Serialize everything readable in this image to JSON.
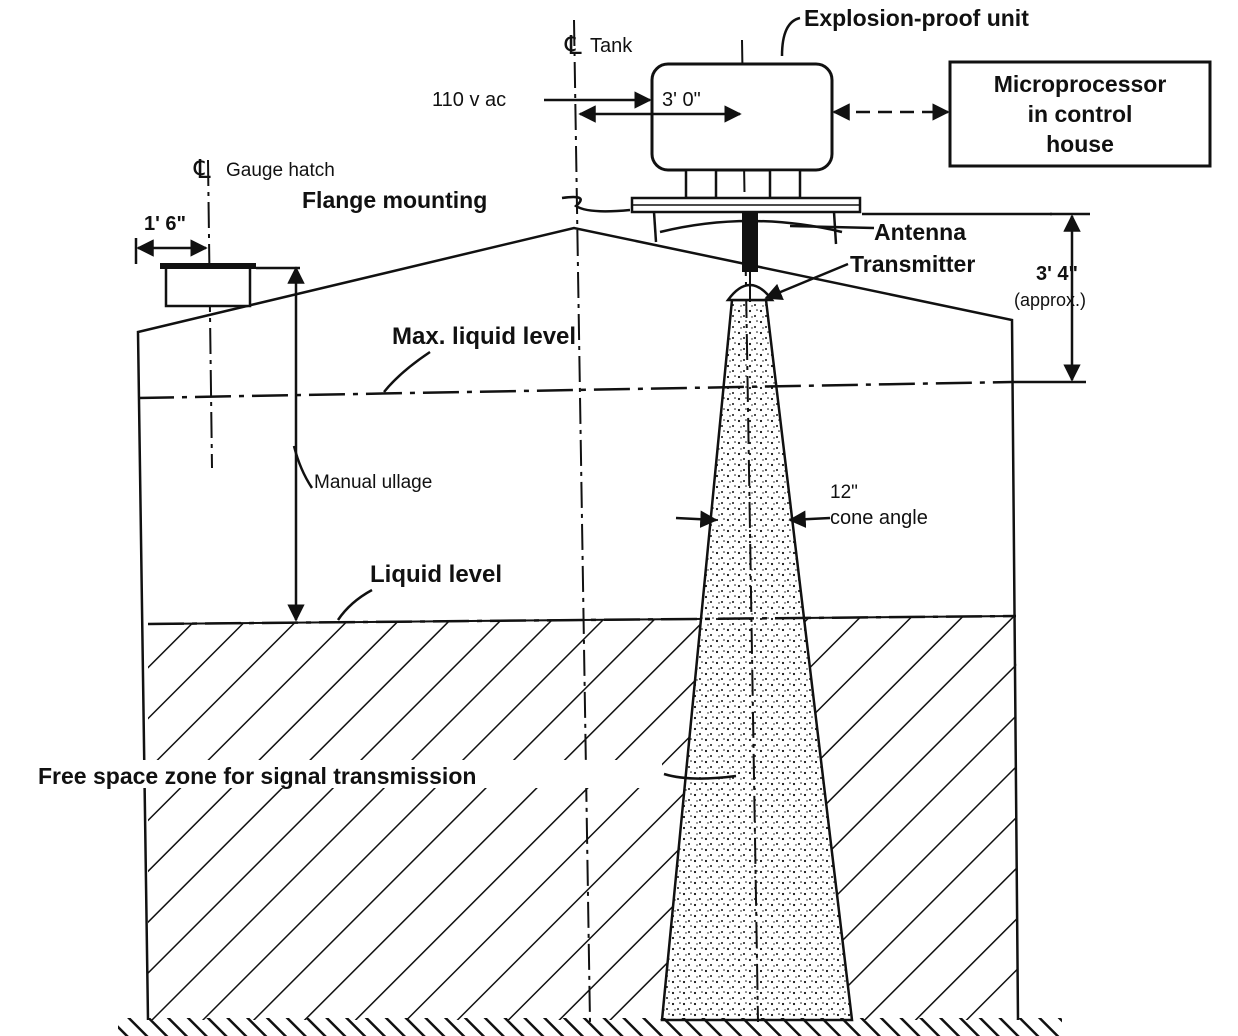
{
  "labels": {
    "tank_centerline": "Tank",
    "explosion_proof": "Explosion-proof unit",
    "power": "110 v ac",
    "dim_offset": "3' 0\"",
    "micro_line1": "Microprocessor",
    "micro_line2": "in control",
    "micro_line3": "house",
    "gauge_hatch": "Gauge hatch",
    "hatch_dim": "1' 6\"",
    "flange": "Flange mounting",
    "antenna": "Antenna",
    "transmitter": "Transmitter",
    "height_dim": "3' 4\"",
    "height_note": "(approx.)",
    "max_level": "Max. liquid level",
    "manual_ullage": "Manual ullage",
    "cone_angle_value": "12\"",
    "cone_angle_label": "cone angle",
    "liquid_level": "Liquid level",
    "free_space": "Free space zone for signal transmission"
  },
  "colors": {
    "ink": "#111111",
    "paper": "#ffffff"
  }
}
